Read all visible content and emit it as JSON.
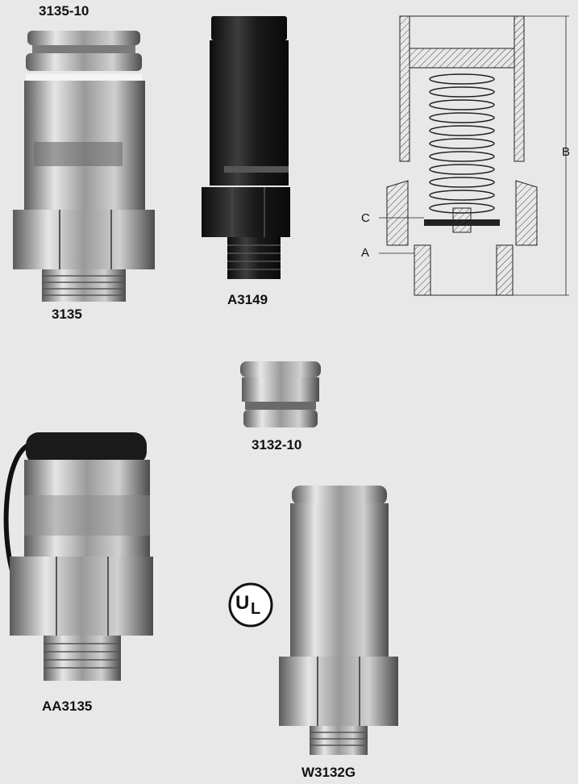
{
  "labels": {
    "p3135_10": "3135-10",
    "p3135": "3135",
    "pA3149": "A3149",
    "p3132_10": "3132-10",
    "pAA3135": "AA3135",
    "pW3132G": "W3132G"
  },
  "diagram": {
    "callout_a": "A",
    "callout_b": "B",
    "callout_c": "C"
  },
  "ul_mark": {
    "left": "U",
    "right": "L"
  },
  "colors": {
    "background": "#e8e8e8",
    "steel_light": "#d9d9d9",
    "steel_dark": "#6e6e6e",
    "black_body": "#1e1e1e"
  }
}
